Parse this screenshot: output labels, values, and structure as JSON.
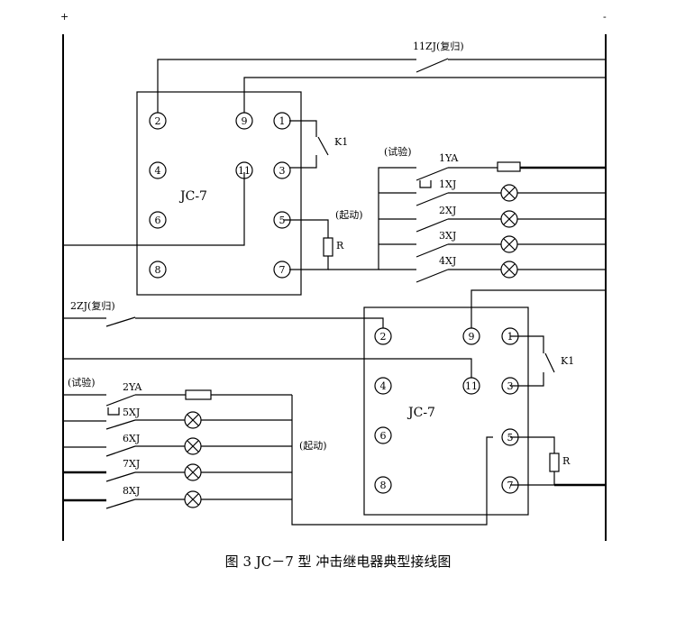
{
  "rails": {
    "left": "+",
    "right": "-"
  },
  "relays": [
    {
      "name": "JC-7",
      "k_label": "K1",
      "r_label": "R"
    },
    {
      "name": "JC-7",
      "k_label": "K1",
      "r_label": "R"
    }
  ],
  "terminals": [
    "2",
    "9",
    "1",
    "4",
    "11",
    "3",
    "6",
    "5",
    "8",
    "7"
  ],
  "labels": {
    "zj11": "11ZJ(复归)",
    "zj2": "2ZJ(复归)",
    "test_top": "(试验)",
    "test_bottom": "(试验)",
    "start_top": "(起动)",
    "start_bottom": "(起动)",
    "ya1": "1YA",
    "ya2": "2YA",
    "xj_top": [
      "1XJ",
      "2XJ",
      "3XJ",
      "4XJ"
    ],
    "xj_bottom": [
      "5XJ",
      "6XJ",
      "7XJ",
      "8XJ"
    ]
  },
  "caption": "图 3   JC－7 型   冲击继电器典型接线图"
}
